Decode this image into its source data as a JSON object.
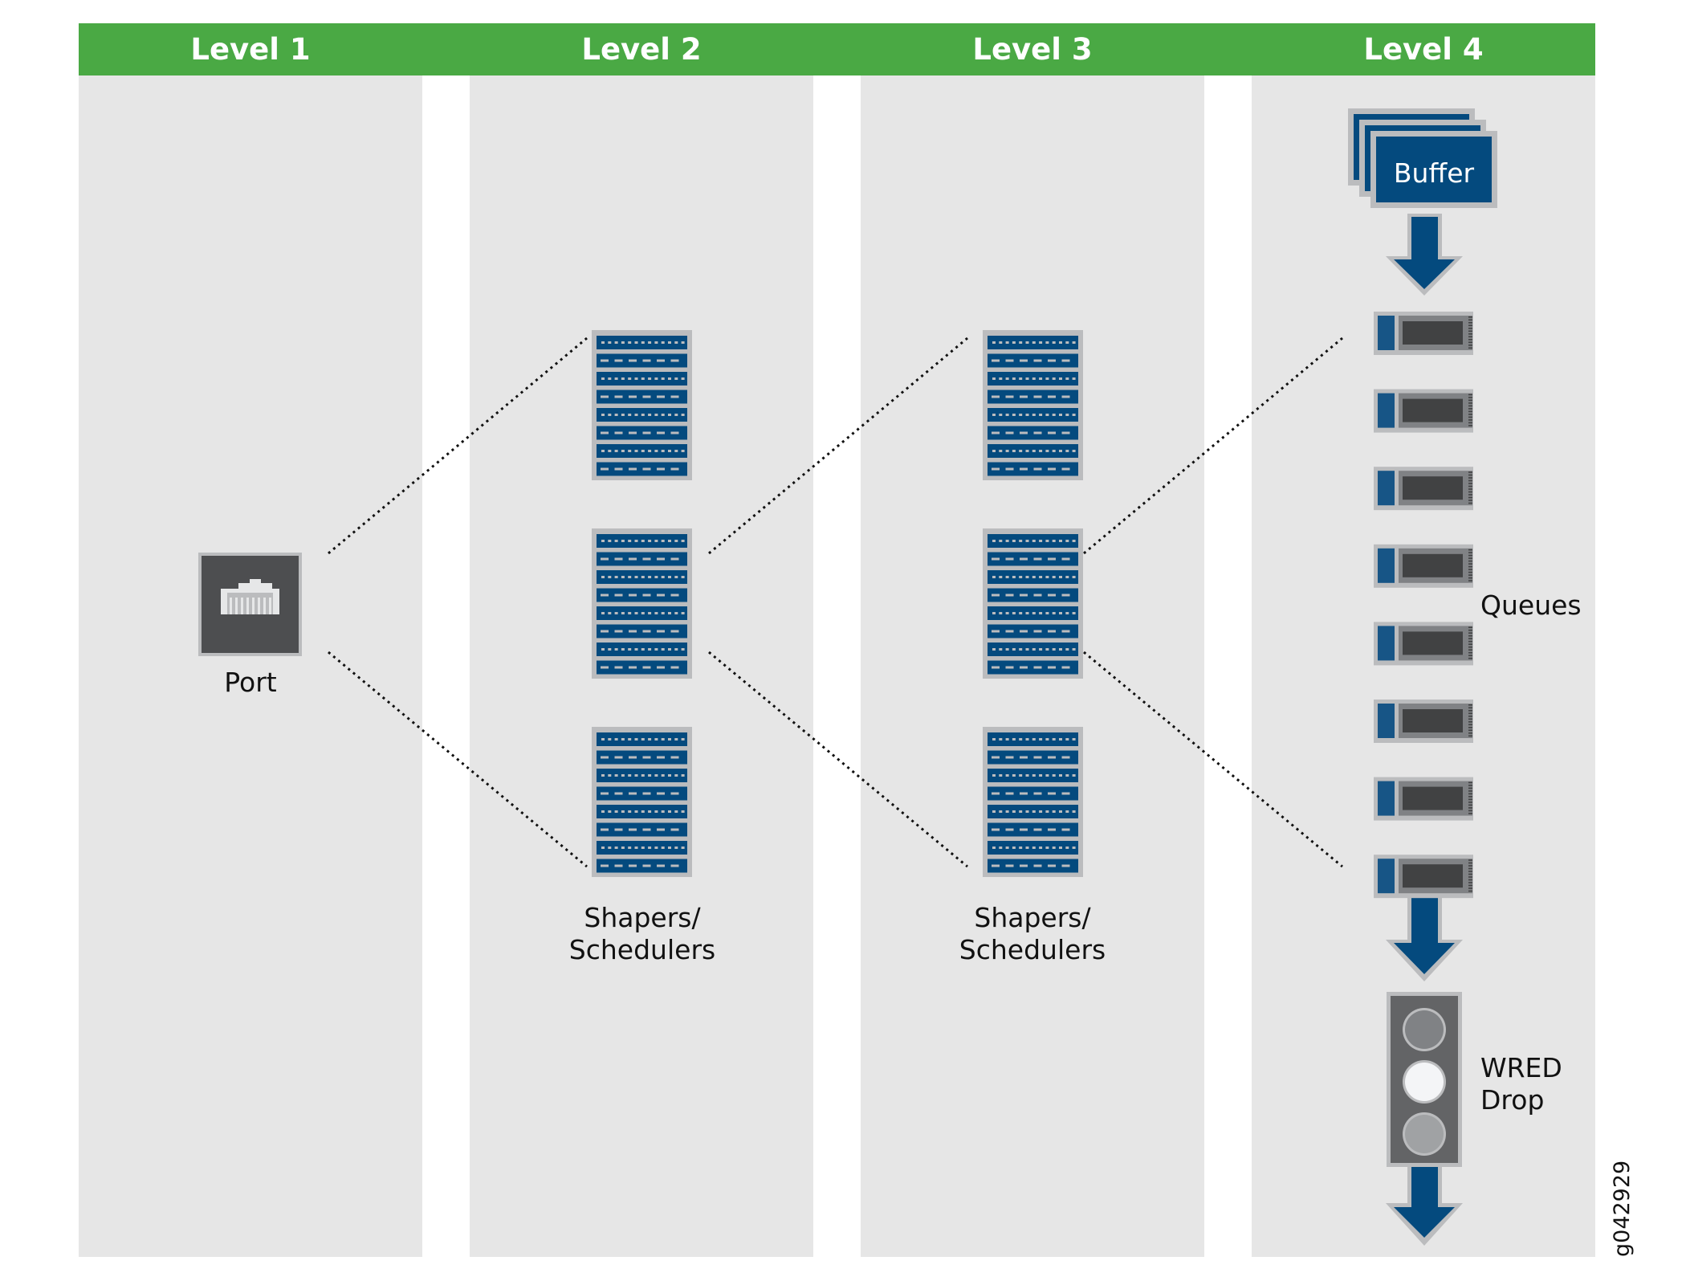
{
  "levels": [
    {
      "label": "Level 1"
    },
    {
      "label": "Level 2"
    },
    {
      "label": "Level 3"
    },
    {
      "label": "Level 4"
    }
  ],
  "level1": {
    "node_label": "Port",
    "icon": "ethernet-port-icon"
  },
  "level2": {
    "node_label_line1": "Shapers/",
    "node_label_line2": "Schedulers",
    "node_count": 3,
    "icon": "scheduler-rack-icon"
  },
  "level3": {
    "node_label_line1": "Shapers/",
    "node_label_line2": "Schedulers",
    "node_count": 3,
    "icon": "scheduler-rack-icon"
  },
  "level4": {
    "buffer_label": "Buffer",
    "queues_label": "Queues",
    "queue_count": 8,
    "wred_label_line1": "WRED",
    "wred_label_line2": "Drop"
  },
  "figure_id": "g042929",
  "colors": {
    "header_green": "#4aa944",
    "column_gray": "#e6e6e6",
    "accent_blue": "#044a7e",
    "icon_dark": "#4d4e50",
    "outline_gray": "#bbbcbe"
  }
}
